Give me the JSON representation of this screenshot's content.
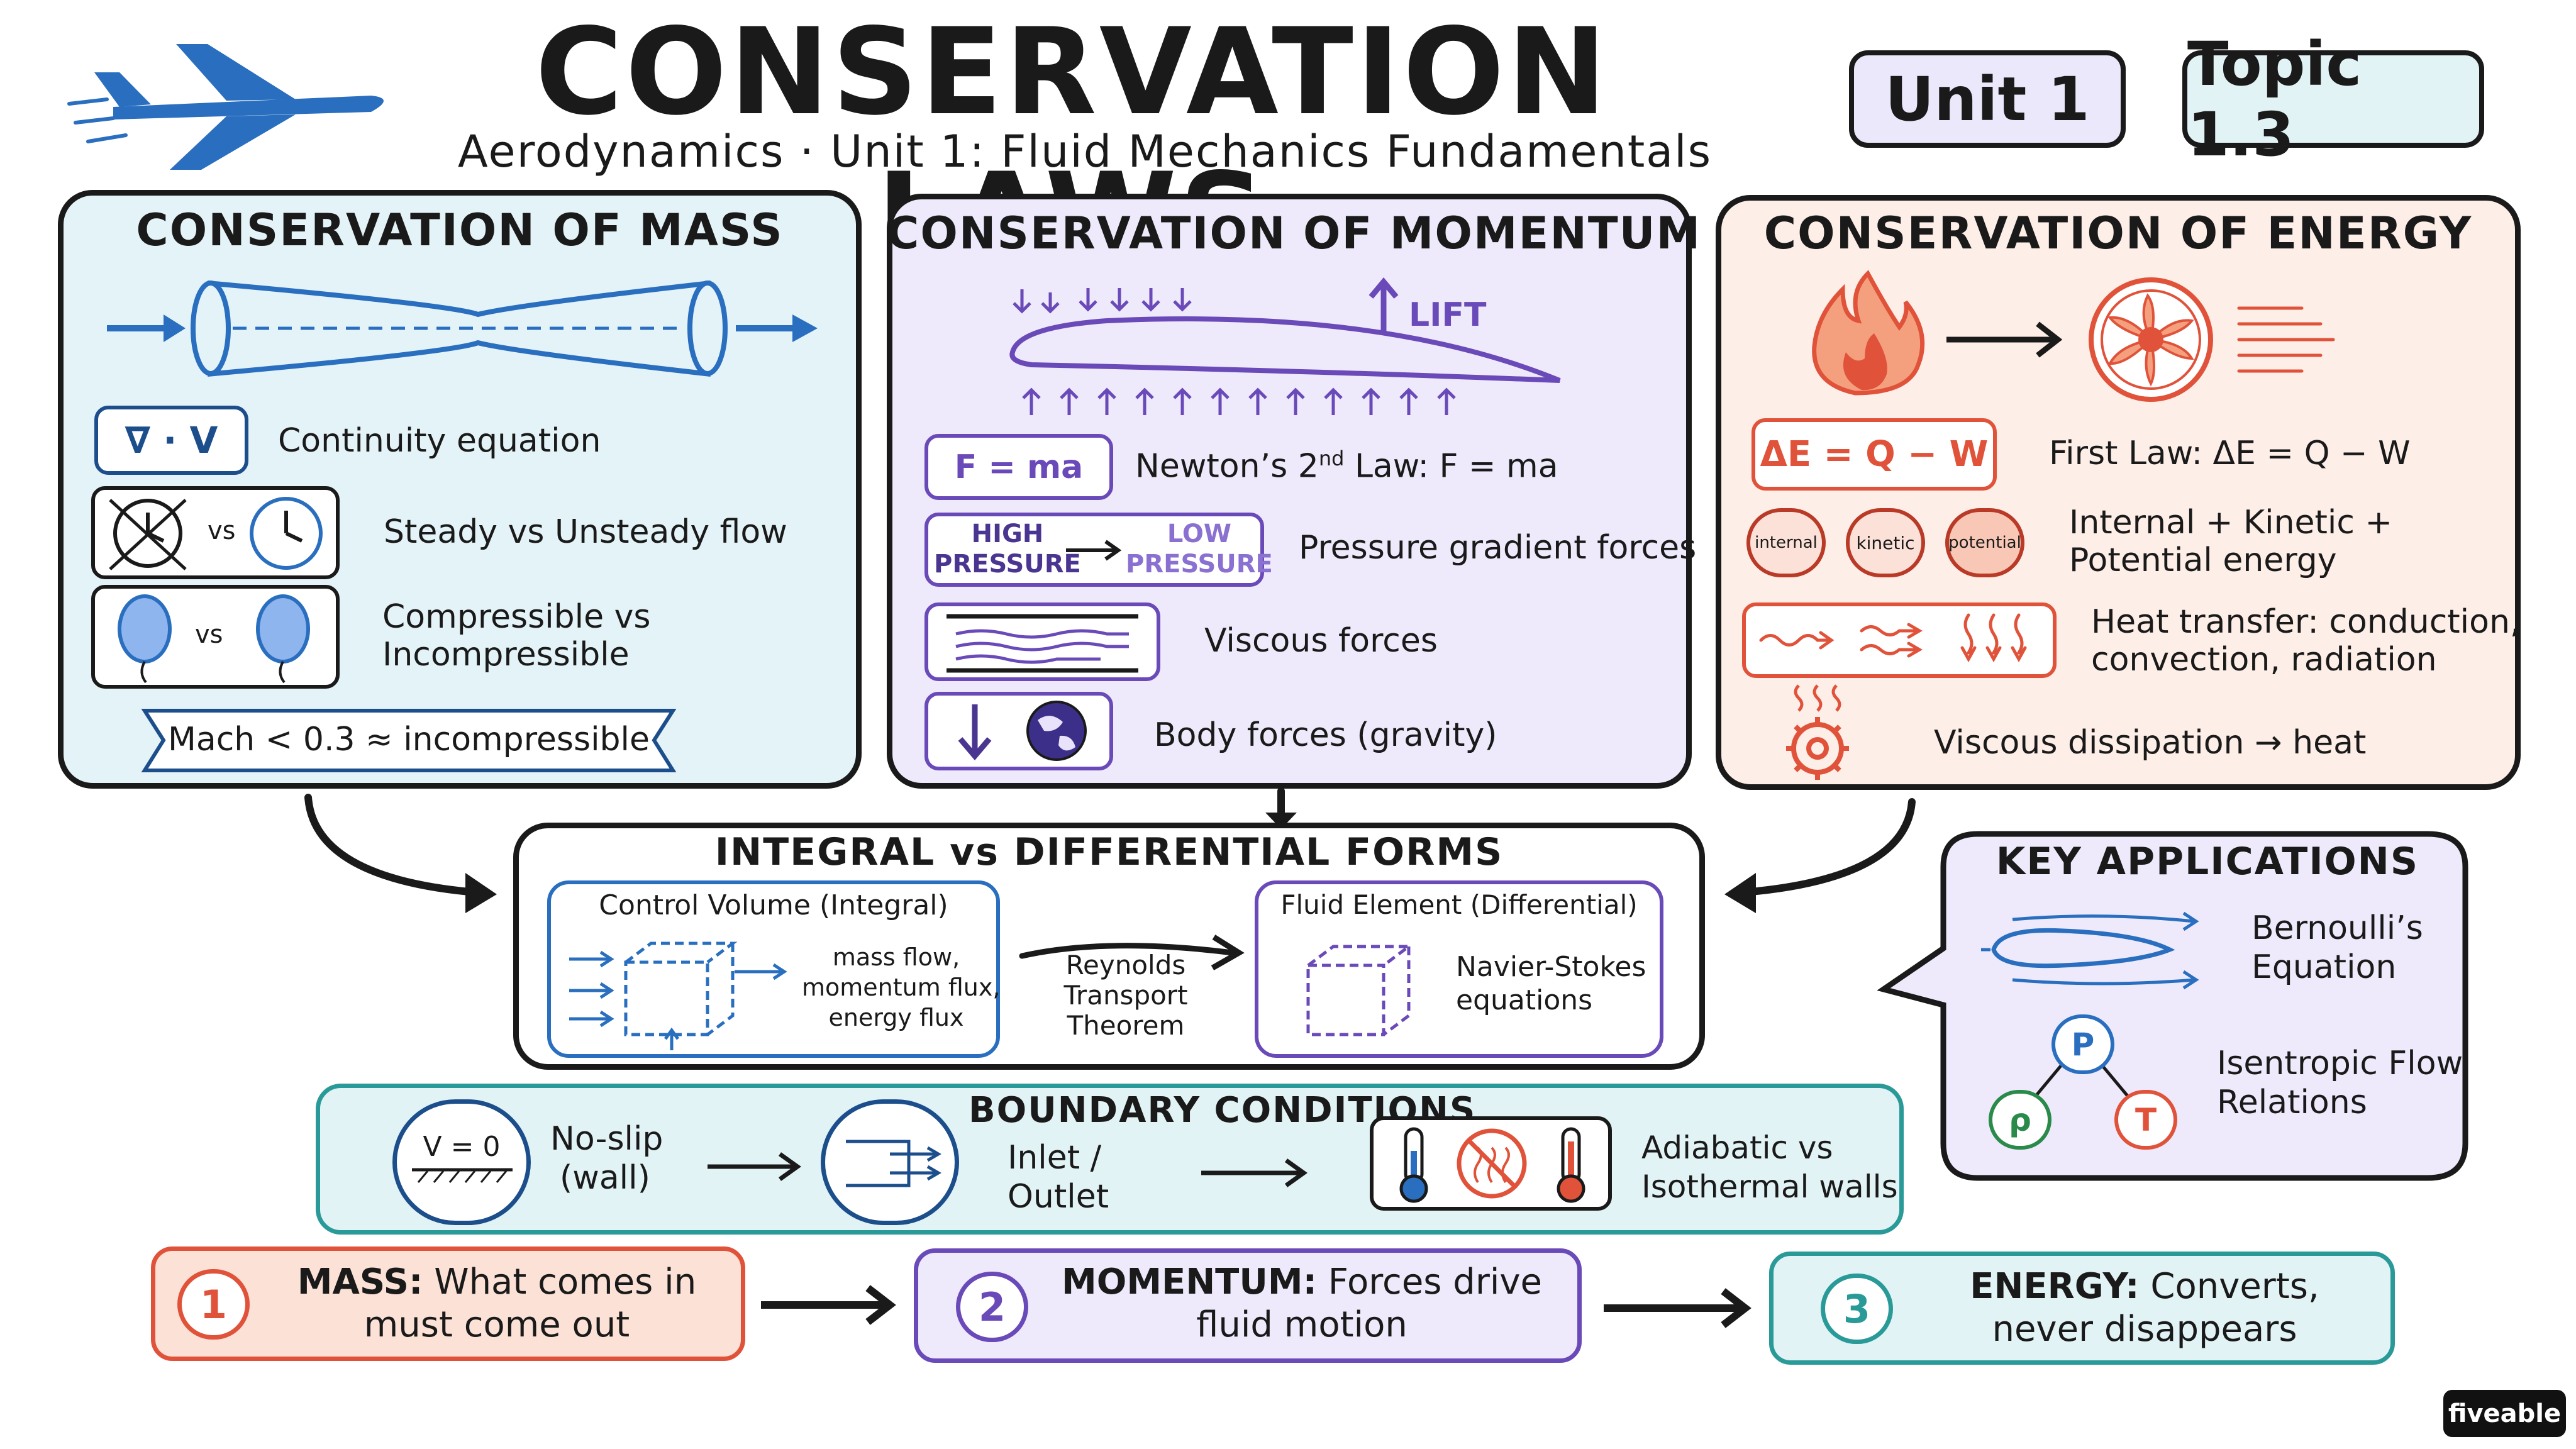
{
  "header": {
    "title": "CONSERVATION LAWS",
    "subtitle": "Aerodynamics · Unit 1: Fluid Mechanics Fundamentals",
    "badge_unit": "Unit 1",
    "badge_topic": "Topic 1.3"
  },
  "mass": {
    "title": "CONSERVATION OF MASS",
    "div_symbol": "∇ · V",
    "continuity": "Continuity equation",
    "vs1": "vs",
    "steady": "Steady vs Unsteady flow",
    "vs2": "vs",
    "compressible_1": "Compressible vs",
    "compressible_2": "Incompressible",
    "mach": "Mach < 0.3 ≈ incompressible"
  },
  "momentum": {
    "title": "CONSERVATION OF MOMENTUM",
    "lift": "LIFT",
    "fma_box": "F = ma",
    "newton_pre": "Newton’s 2",
    "newton_sup": "nd",
    "newton_post": " Law:  F = ma",
    "high_1": "HIGH",
    "high_2": "PRESSURE",
    "low_1": "LOW",
    "low_2": "PRESSURE",
    "pressure": "Pressure gradient forces",
    "viscous": "Viscous forces",
    "body": "Body forces (gravity)"
  },
  "energy": {
    "title": "CONSERVATION OF ENERGY",
    "de_box": "ΔE = Q − W",
    "first_law": "First Law:  ΔE = Q − W",
    "internal": "internal",
    "kinetic": "kinetic",
    "potential": "potential",
    "ike_1": "Internal + Kinetic +",
    "ike_2": "Potential energy",
    "heat_1": "Heat transfer: conduction,",
    "heat_2": "convection, radiation",
    "viscous_diss": "Viscous dissipation → heat"
  },
  "forms": {
    "title": "INTEGRAL vs DIFFERENTIAL FORMS",
    "cv_title": "Control Volume (Integral)",
    "cv_1": "mass flow,",
    "cv_2": "momentum flux,",
    "cv_3": "energy flux",
    "rtt_1": "Reynolds",
    "rtt_2": "Transport",
    "rtt_3": "Theorem",
    "fe_title": "Fluid Element (Differential)",
    "ns_1": "Navier-Stokes",
    "ns_2": "equations"
  },
  "applications": {
    "title": "KEY APPLICATIONS",
    "bern_1": "Bernoulli’s",
    "bern_2": "Equation",
    "p": "P",
    "rho": "ρ",
    "t": "T",
    "isen_1": "Isentropic Flow",
    "isen_2": "Relations"
  },
  "boundary": {
    "title": "BOUNDARY CONDITIONS",
    "v0": "V = 0",
    "noslip_1": "No-slip",
    "noslip_2": "(wall)",
    "inlet_1": "Inlet /",
    "inlet_2": "Outlet",
    "adiab_1": "Adiabatic vs",
    "adiab_2": "Isothermal walls"
  },
  "summary": {
    "n1": "1",
    "s1_bold": "MASS:",
    "s1_rest": " What comes in",
    "s1_line2": "must come out",
    "n2": "2",
    "s2_bold": "MOMENTUM:",
    "s2_rest": " Forces drive",
    "s2_line2": "fluid motion",
    "n3": "3",
    "s3_bold": "ENERGY:",
    "s3_rest": " Converts,",
    "s3_line2": "never disappears"
  },
  "brand": "fiveable",
  "colors": {
    "mass_bg": "#e4f3f8",
    "momentum_bg": "#eeeafb",
    "energy_bg": "#fdeee7",
    "blue": "#2a6fbf",
    "purple": "#6a4ab8",
    "red": "#e0533a",
    "teal": "#2a9a98"
  }
}
